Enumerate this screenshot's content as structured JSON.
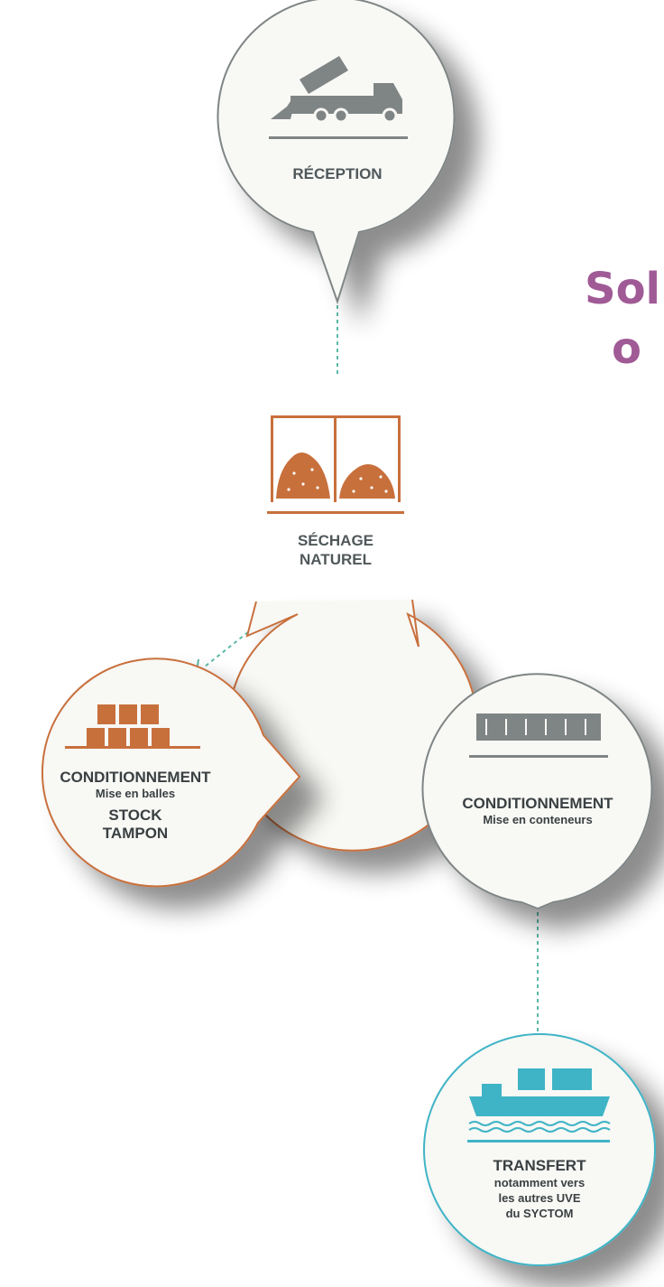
{
  "side_title": {
    "line1": "Sol",
    "line2": "o"
  },
  "colors": {
    "grey": "#7f8585",
    "orange": "#c8703c",
    "teal": "#3fb4c6",
    "dash": "#5cb8a6",
    "title": "#a05a96"
  },
  "nodes": {
    "reception": {
      "title": "RÉCEPTION",
      "icon": "dump-truck-icon"
    },
    "sechage": {
      "title_line1": "SÉCHAGE",
      "title_line2": "NATUREL",
      "icon": "drying-heaps-icon"
    },
    "balles": {
      "title": "CONDITIONNEMENT",
      "sub": "Mise en balles",
      "extra_line1": "STOCK",
      "extra_line2": "TAMPON",
      "icon": "bales-stack-icon"
    },
    "conteneurs": {
      "title": "CONDITIONNEMENT",
      "sub": "Mise en conteneurs",
      "icon": "container-icon"
    },
    "transfert": {
      "title": "TRANSFERT",
      "line1": "notamment vers",
      "line2": "les autres UVE",
      "line3": "du SYCTOM",
      "icon": "cargo-ship-icon"
    }
  }
}
